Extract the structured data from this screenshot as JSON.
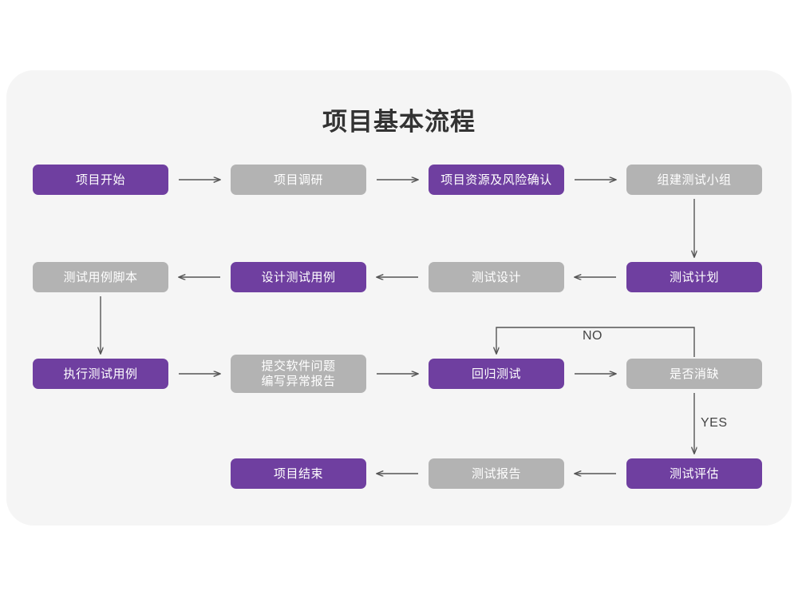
{
  "page": {
    "title": "项目基本流程",
    "background_color": "#ffffff",
    "card_color": "#f5f5f5",
    "accent_color": "#6f3fa0",
    "muted_color": "#b3b3b3",
    "connector_color": "#555555"
  },
  "flowchart": {
    "type": "flowchart",
    "nodes": [
      {
        "id": "n1",
        "label": "项目开始",
        "style": "purple",
        "row": 1,
        "col": 1
      },
      {
        "id": "n2",
        "label": "项目调研",
        "style": "gray",
        "row": 1,
        "col": 2
      },
      {
        "id": "n3",
        "label": "项目资源及风险确认",
        "style": "purple",
        "row": 1,
        "col": 3
      },
      {
        "id": "n4",
        "label": "组建测试小组",
        "style": "gray",
        "row": 1,
        "col": 4
      },
      {
        "id": "n5",
        "label": "测试用例脚本",
        "style": "gray",
        "row": 2,
        "col": 1
      },
      {
        "id": "n6",
        "label": "设计测试用例",
        "style": "purple",
        "row": 2,
        "col": 2
      },
      {
        "id": "n7",
        "label": "测试设计",
        "style": "gray",
        "row": 2,
        "col": 3
      },
      {
        "id": "n8",
        "label": "测试计划",
        "style": "purple",
        "row": 2,
        "col": 4
      },
      {
        "id": "n9",
        "label": "执行测试用例",
        "style": "purple",
        "row": 3,
        "col": 1
      },
      {
        "id": "n10",
        "label": "提交软件问题\n编写异常报告",
        "style": "gray",
        "row": 3,
        "col": 2
      },
      {
        "id": "n11",
        "label": "回归测试",
        "style": "purple",
        "row": 3,
        "col": 3
      },
      {
        "id": "n12",
        "label": "是否消缺",
        "style": "gray",
        "row": 3,
        "col": 4
      },
      {
        "id": "n13",
        "label": "项目结束",
        "style": "purple",
        "row": 4,
        "col": 2
      },
      {
        "id": "n14",
        "label": "测试报告",
        "style": "gray",
        "row": 4,
        "col": 3
      },
      {
        "id": "n15",
        "label": "测试评估",
        "style": "purple",
        "row": 4,
        "col": 4
      }
    ],
    "edges": [
      {
        "from": "n1",
        "to": "n2",
        "direction": "right",
        "label": ""
      },
      {
        "from": "n2",
        "to": "n3",
        "direction": "right",
        "label": ""
      },
      {
        "from": "n3",
        "to": "n4",
        "direction": "right",
        "label": ""
      },
      {
        "from": "n4",
        "to": "n8",
        "direction": "down",
        "label": ""
      },
      {
        "from": "n8",
        "to": "n7",
        "direction": "left",
        "label": ""
      },
      {
        "from": "n7",
        "to": "n6",
        "direction": "left",
        "label": ""
      },
      {
        "from": "n6",
        "to": "n5",
        "direction": "left",
        "label": ""
      },
      {
        "from": "n5",
        "to": "n9",
        "direction": "down",
        "label": ""
      },
      {
        "from": "n9",
        "to": "n10",
        "direction": "right",
        "label": ""
      },
      {
        "from": "n10",
        "to": "n11",
        "direction": "right",
        "label": ""
      },
      {
        "from": "n11",
        "to": "n12",
        "direction": "right",
        "label": ""
      },
      {
        "from": "n12",
        "to": "n11",
        "direction": "up-left-down",
        "label": "NO"
      },
      {
        "from": "n12",
        "to": "n15",
        "direction": "down",
        "label": "YES"
      },
      {
        "from": "n15",
        "to": "n14",
        "direction": "left",
        "label": ""
      },
      {
        "from": "n14",
        "to": "n13",
        "direction": "left",
        "label": ""
      }
    ],
    "edge_labels": {
      "no": "NO",
      "yes": "YES"
    }
  }
}
